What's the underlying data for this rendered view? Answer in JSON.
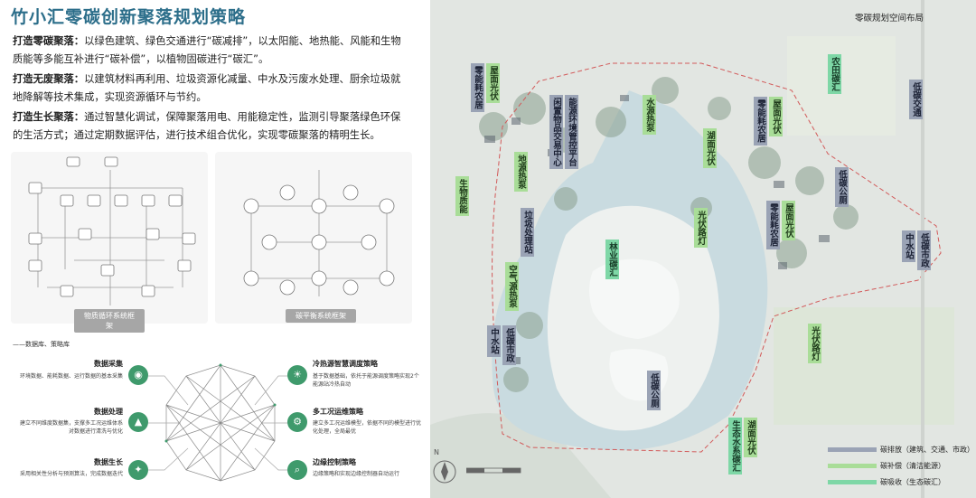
{
  "title": "竹小汇零碳创新聚落规划策略",
  "paragraphs": [
    {
      "label": "打造零碳聚落：",
      "text": "以绿色建筑、绿色交通进行“碳减排”，以太阳能、地热能、风能和生物质能等多能互补进行“碳补偿”，以植物固碳进行“碳汇”。"
    },
    {
      "label": "打造无废聚落：",
      "text": "以建筑材料再利用、垃圾资源化减量、中水及污废水处理、厨余垃圾就地降解等技术集成，实现资源循环与节约。"
    },
    {
      "label": "打造生长聚落：",
      "text": "通过智慧化调试，保障聚落用电、用能稳定性，监测引导聚落绿色环保的生活方式；通过定期数据评估，进行技术组合优化，实现零碳聚落的精明生长。"
    }
  ],
  "diagram_captions": {
    "left": "物质循环系统框架",
    "right": "碳平衡系统框架"
  },
  "database_label": "——数据库、策略库",
  "left_items": [
    {
      "title": "数据采集",
      "desc": "环境数据、能耗数据、运行数据的基本采集",
      "icon": "wifi-icon"
    },
    {
      "title": "数据处理",
      "desc": "建立不同维度数据集，支撑多工况运维体系对数据进行清洗与优化",
      "icon": "chart-icon"
    },
    {
      "title": "数据生长",
      "desc": "采用相关性分析与预测算法，完成数据迭代",
      "icon": "growth-icon"
    }
  ],
  "right_items": [
    {
      "title": "冷热源智慧调度策略",
      "desc": "基于数据基础，依托于能源调度策略实现2个能源站冷热自动",
      "icon": "energy-icon"
    },
    {
      "title": "多工况运维策略",
      "desc": "建立多工况运维模型，依据不同的模型进行优化处理，全局最优",
      "icon": "gear-icon"
    },
    {
      "title": "边缘控制策略",
      "desc": "边缘策略和实现边缘控制器自动运行",
      "icon": "search-icon"
    }
  ],
  "map": {
    "title": "零碳规划空间布局",
    "north": "N",
    "labels": [
      {
        "text": "零能耗农居",
        "style": "b"
      },
      {
        "text": "屋面光伏",
        "style": "g"
      },
      {
        "text": "闲置物品交易中心",
        "style": "b"
      },
      {
        "text": "能源环境管控平台",
        "style": "b"
      },
      {
        "text": "水源热泵",
        "style": "g"
      },
      {
        "text": "零能耗农居",
        "style": "b"
      },
      {
        "text": "屋面光伏",
        "style": "g"
      },
      {
        "text": "农田碳汇",
        "style": "m"
      },
      {
        "text": "低碳交通",
        "style": "b"
      },
      {
        "text": "湖面光伏",
        "style": "g"
      },
      {
        "text": "地源热泵",
        "style": "g"
      },
      {
        "text": "生物质能",
        "style": "g"
      },
      {
        "text": "低碳公厕",
        "style": "b"
      },
      {
        "text": "垃圾处理站",
        "style": "b"
      },
      {
        "text": "光伏路灯",
        "style": "g"
      },
      {
        "text": "零能耗农居",
        "style": "b"
      },
      {
        "text": "屋面光伏",
        "style": "g"
      },
      {
        "text": "林业碳汇",
        "style": "m"
      },
      {
        "text": "中水站",
        "style": "b"
      },
      {
        "text": "低碳市政",
        "style": "b"
      },
      {
        "text": "空气源热泵",
        "style": "g"
      },
      {
        "text": "中水站",
        "style": "b"
      },
      {
        "text": "低碳市政",
        "style": "b"
      },
      {
        "text": "光伏路灯",
        "style": "g"
      },
      {
        "text": "低碳公厕",
        "style": "b"
      },
      {
        "text": "湖面光伏",
        "style": "g"
      },
      {
        "text": "生态水系碳汇",
        "style": "m"
      }
    ],
    "legend": [
      {
        "text": "碳排放（建筑、交通、市政）",
        "color": "#9aa3b5"
      },
      {
        "text": "碳补偿（清洁能源）",
        "color": "#a9dd98"
      },
      {
        "text": "碳吸收（生态碳汇）",
        "color": "#7ed7a6"
      }
    ]
  },
  "colors": {
    "title": "#2c6e8a",
    "accent_green": "#3f9a6c"
  }
}
